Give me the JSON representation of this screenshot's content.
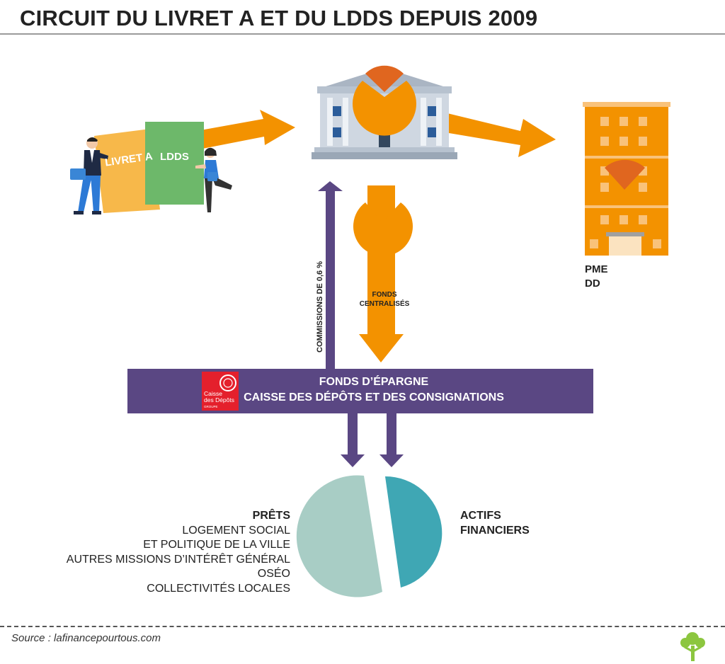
{
  "title": "CIRCUIT DU LIVRET A ET DU LDDS DEPUIS 2009",
  "cards": {
    "livret_a": "LIVRET A",
    "ldds": "LDDS"
  },
  "company": {
    "line1": "PME",
    "line2": "DD"
  },
  "commission": "COMMISSIONS DE 0,6 %",
  "fonds_centralises": {
    "line1": "FONDS",
    "line2": "CENTRALISÉS"
  },
  "banner": {
    "line1": "FONDS D’ÉPARGNE",
    "line2": "CAISSE DES DÉPÔTS ET DES CONSIGNATIONS"
  },
  "cdc_logo": {
    "line1": "Caisse",
    "line2": "des Dépôts",
    "line3": "GROUPE"
  },
  "prets": {
    "title": "PRÊTS",
    "items": [
      "LOGEMENT SOCIAL",
      "ET POLITIQUE DE LA VILLE",
      "AUTRES MISSIONS D’INTÉRÊT GÉNÉRAL",
      "OSÉO",
      "COLLECTIVITÉS LOCALES"
    ]
  },
  "actifs": {
    "line1": "ACTIFS",
    "line2": "FINANCIERS"
  },
  "source": "Source : lafinancepourtous.com",
  "colors": {
    "orange": "#f39200",
    "orange_dark": "#e0661f",
    "purple": "#5a4783",
    "teal": "#3fa7b4",
    "teal_light": "#a8cdc5",
    "card_yellow": "#f7b84a",
    "card_green": "#6db86a",
    "cdc_red": "#e4202c"
  },
  "icons": [
    "bank-building-icon",
    "office-building-icon",
    "businessman-icon",
    "businesswoman-icon",
    "tree-logo-icon"
  ]
}
